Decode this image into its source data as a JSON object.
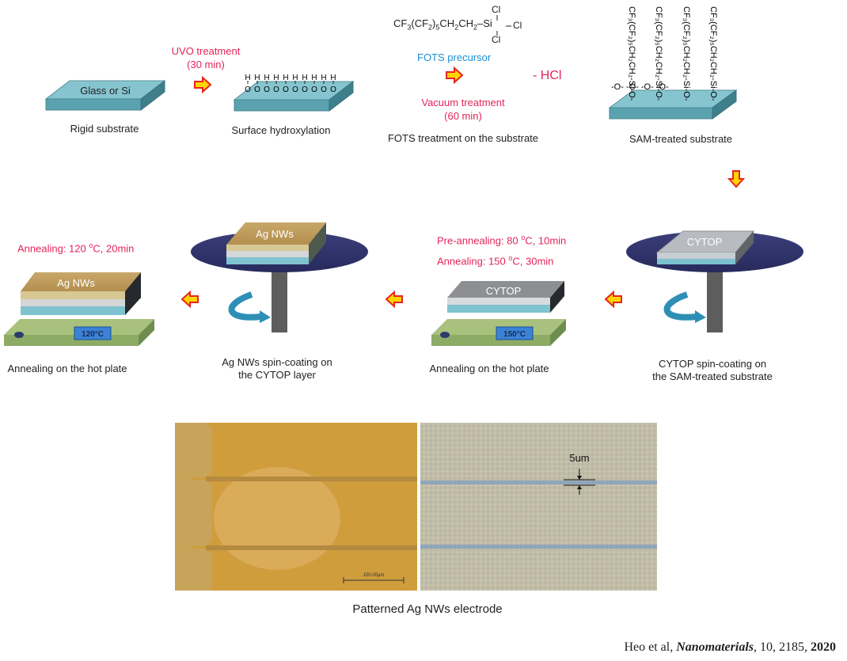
{
  "steps": {
    "rigid_substrate": {
      "label": "Glass or Si",
      "caption": "Rigid substrate"
    },
    "uvo": {
      "title": "UVO treatment",
      "time": "(30 min)"
    },
    "hydroxylation": {
      "caption": "Surface hydroxylation",
      "group": "O",
      "h": "H"
    },
    "fots": {
      "formula_main": "CF",
      "formula_sub1": "3",
      "formula_mid": "(CF",
      "formula_sub2": "2",
      "formula_end": ")",
      "formula_sub3": "5",
      "formula_tail": "CH",
      "formula_sub4": "2",
      "formula_tail2": "CH",
      "formula_sub5": "2",
      "si": "Si",
      "cl": "Cl",
      "precursor": "FOTS precursor",
      "hcl": "- HCl",
      "vacuum": "Vacuum treatment",
      "vacuum_time": "(60 min)",
      "caption": "FOTS treatment on the substrate"
    },
    "sam": {
      "chain": "CF₃(CF₂)₅CH₂CH₂-Si-O-",
      "backbone": "-O- -O- -O- -O-",
      "caption": "SAM-treated substrate"
    },
    "cytop_spin": {
      "label": "CYTOP",
      "caption1": "CYTOP spin-coating on",
      "caption2": "the SAM-treated substrate"
    },
    "cytop_anneal": {
      "pre_prefix": "Pre-annealing: 80 ",
      "pre_sup": "o",
      "pre_suffix": "C, 10min",
      "ann_prefix": "Annealing: 150 ",
      "ann_sup": "o",
      "ann_suffix": "C, 30min",
      "label": "CYTOP",
      "temp": "150°C",
      "caption": "Annealing on the hot plate"
    },
    "agnw_spin": {
      "label": "Ag NWs",
      "caption1": "Ag NWs spin-coating on",
      "caption2": "the CYTOP layer"
    },
    "agnw_anneal": {
      "ann_prefix": "Annealing: 120 ",
      "ann_sup": "o",
      "ann_suffix": "C, 20min",
      "label": "Ag NWs",
      "temp": "120°C",
      "caption": "Annealing on the hot plate"
    }
  },
  "micrograph": {
    "scale_bar": "100.00µm",
    "width_label": "5um",
    "caption": "Patterned Ag NWs electrode"
  },
  "reference": {
    "authors": "Heo et al, ",
    "journal": "Nanomaterials",
    "details": ", 10, 2185, ",
    "year": "2020"
  },
  "colors": {
    "accent_red": "#e4245a",
    "accent_blue": "#1a8fd6",
    "arrow_fill": "#ffd400",
    "arrow_stroke": "#e8241c"
  }
}
